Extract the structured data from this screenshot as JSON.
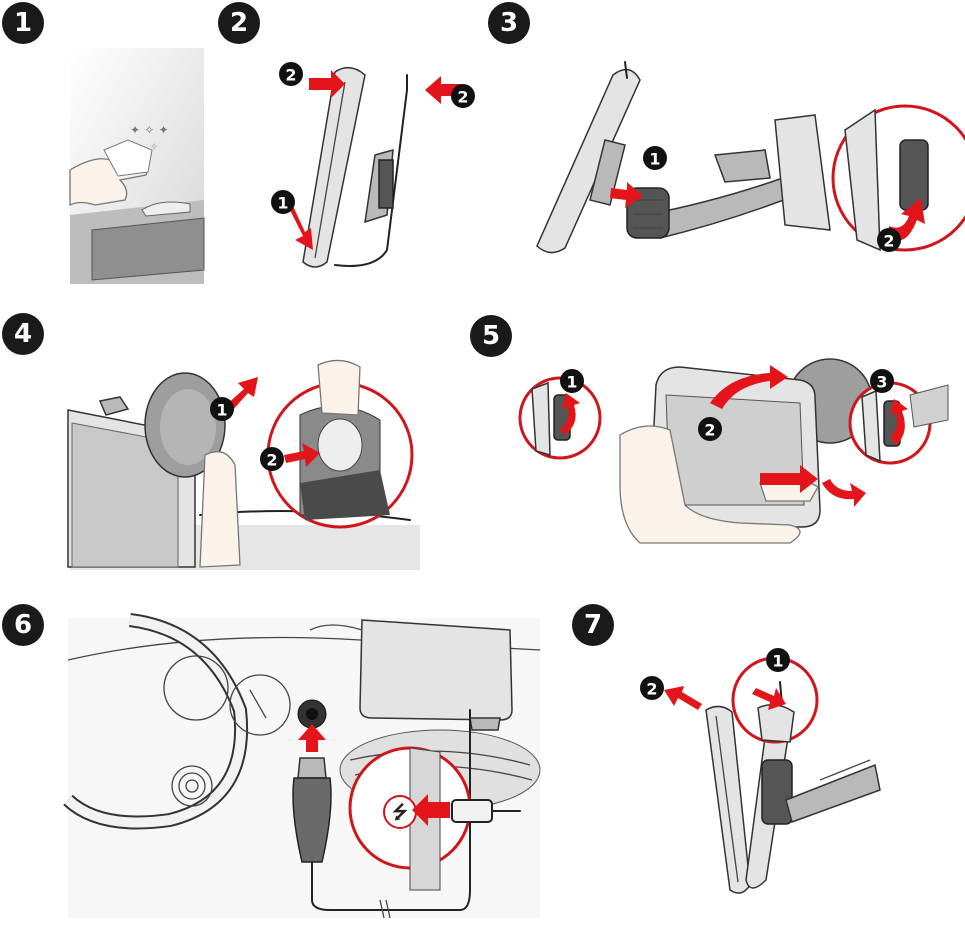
{
  "steps": [
    {
      "number": "1"
    },
    {
      "number": "2",
      "callouts": [
        "1",
        "2",
        "2"
      ]
    },
    {
      "number": "3",
      "callouts": [
        "1",
        "2"
      ]
    },
    {
      "number": "4",
      "callouts": [
        "1",
        "2"
      ]
    },
    {
      "number": "5",
      "callouts": [
        "1",
        "2",
        "3"
      ]
    },
    {
      "number": "6"
    },
    {
      "number": "7",
      "callouts": [
        "1",
        "2"
      ]
    }
  ],
  "colors": {
    "accent": "#e3151b",
    "badge": "#1a1a1a",
    "outline": "#222222"
  },
  "icons": [
    "usb-icon",
    "hand-icon",
    "suction-cup-icon",
    "car-charger-icon",
    "steering-wheel-icon"
  ]
}
